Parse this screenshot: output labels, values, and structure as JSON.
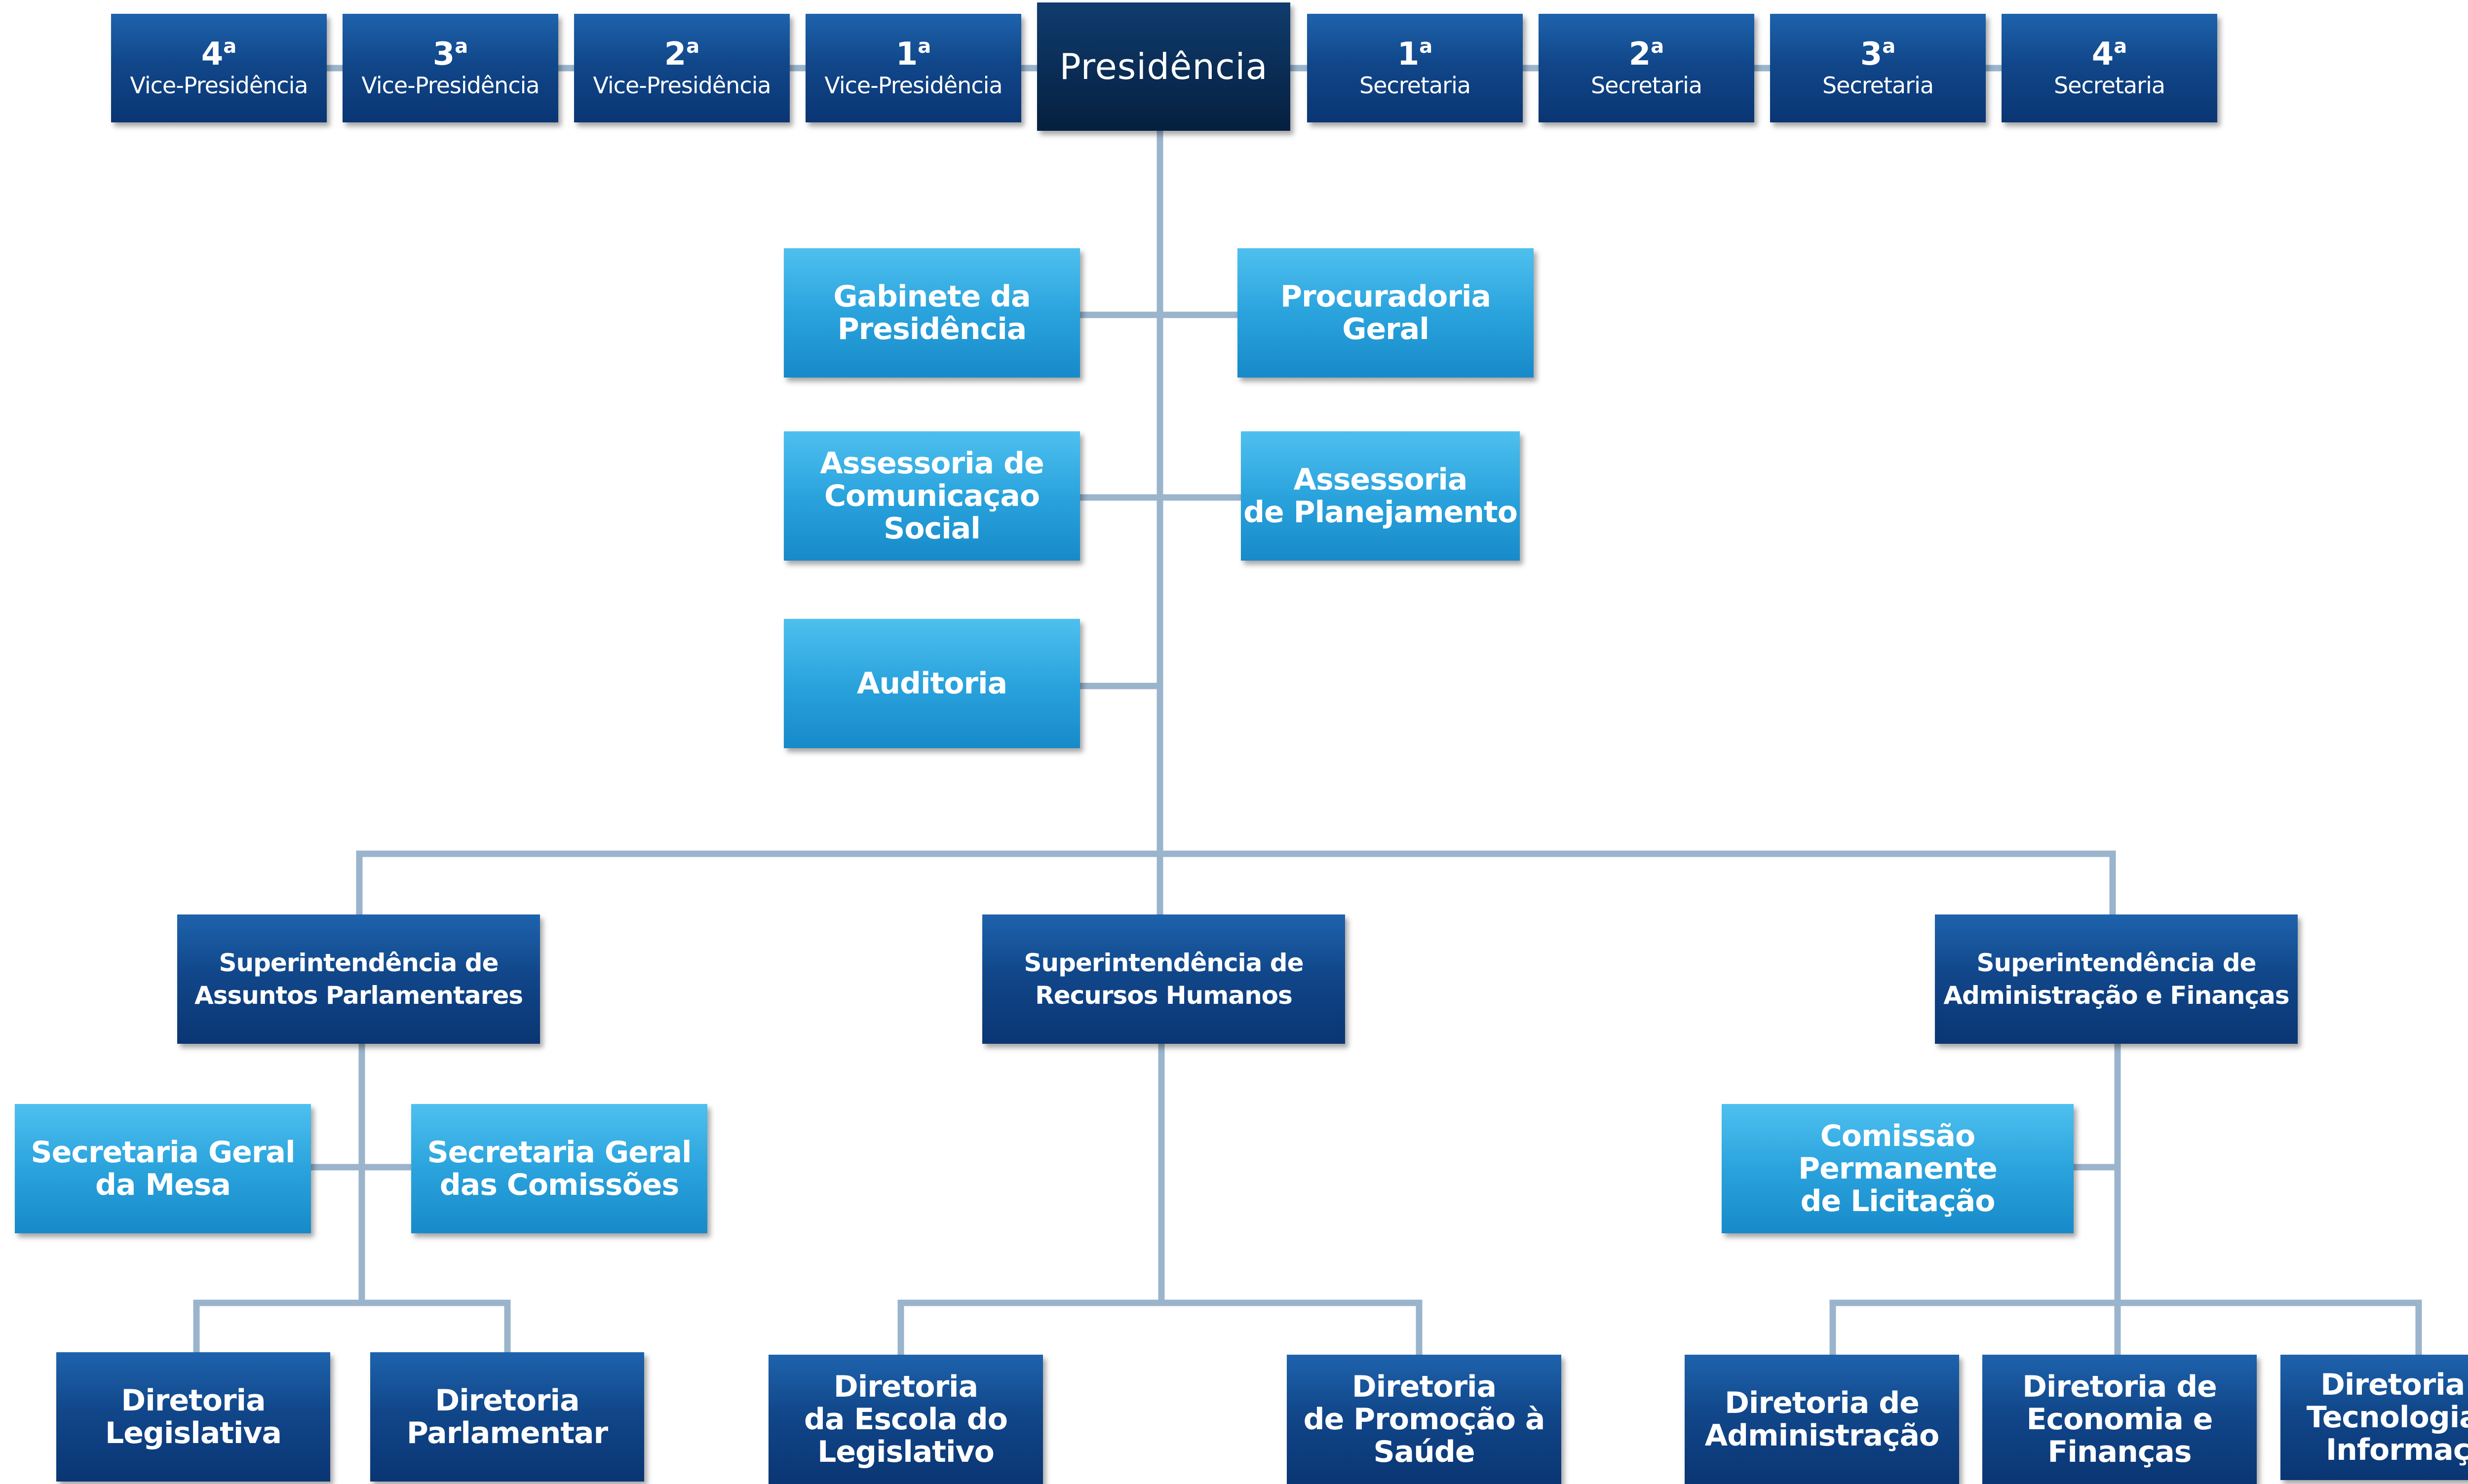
{
  "colors": {
    "connector": "#9ab4cc",
    "dark_box": "#11478a",
    "darkest_box": "#0a2e57",
    "light_box": "#2aa3dd",
    "text": "#ffffff"
  },
  "officers_left": [
    {
      "number": "4",
      "ordinal": "a",
      "role": "Vice-Presidência"
    },
    {
      "number": "3",
      "ordinal": "a",
      "role": "Vice-Presidência"
    },
    {
      "number": "2",
      "ordinal": "a",
      "role": "Vice-Presidência"
    },
    {
      "number": "1",
      "ordinal": "a",
      "role": "Vice-Presidência"
    }
  ],
  "presidency": {
    "label": "Presidência"
  },
  "officers_right": [
    {
      "number": "1",
      "ordinal": "a",
      "role": "Secretaria"
    },
    {
      "number": "2",
      "ordinal": "a",
      "role": "Secretaria"
    },
    {
      "number": "3",
      "ordinal": "a",
      "role": "Secretaria"
    },
    {
      "number": "4",
      "ordinal": "a",
      "role": "Secretaria"
    }
  ],
  "advisory_units": {
    "gabinete": "Gabinete da\nPresidência",
    "procuradoria": "Procuradoria\nGeral",
    "comunicacao": "Assessoria de\nComunicaçao\nSocial",
    "planejamento": "Assessoria\nde Planejamento",
    "auditoria": "Auditoria"
  },
  "superintendencies": {
    "parlamentares": "Superintendência de\nAssuntos Parlamentares",
    "recursos_humanos": "Superintendência de\nRecursos Humanos",
    "administracao": "Superintendência de\nAdministração e Finanças"
  },
  "secretariats": {
    "mesa": "Secretaria Geral\nda Mesa",
    "comissoes": "Secretaria Geral\ndas Comissões",
    "licitacao": "Comissão Permanente\nde Licitação"
  },
  "directorates": {
    "legislativa": "Diretoria\nLegislativa",
    "parlamentar": "Diretoria\nParlamentar",
    "escola": "Diretoria\nda Escola do\nLegislativo",
    "saude": "Diretoria\nde Promoção à\nSaúde",
    "administracao": "Diretoria de\nAdministração",
    "economia": "Diretoria de\nEconomia e\nFinanças",
    "tecnologia": "Diretoria de\nTecnologia de\nInformação"
  }
}
